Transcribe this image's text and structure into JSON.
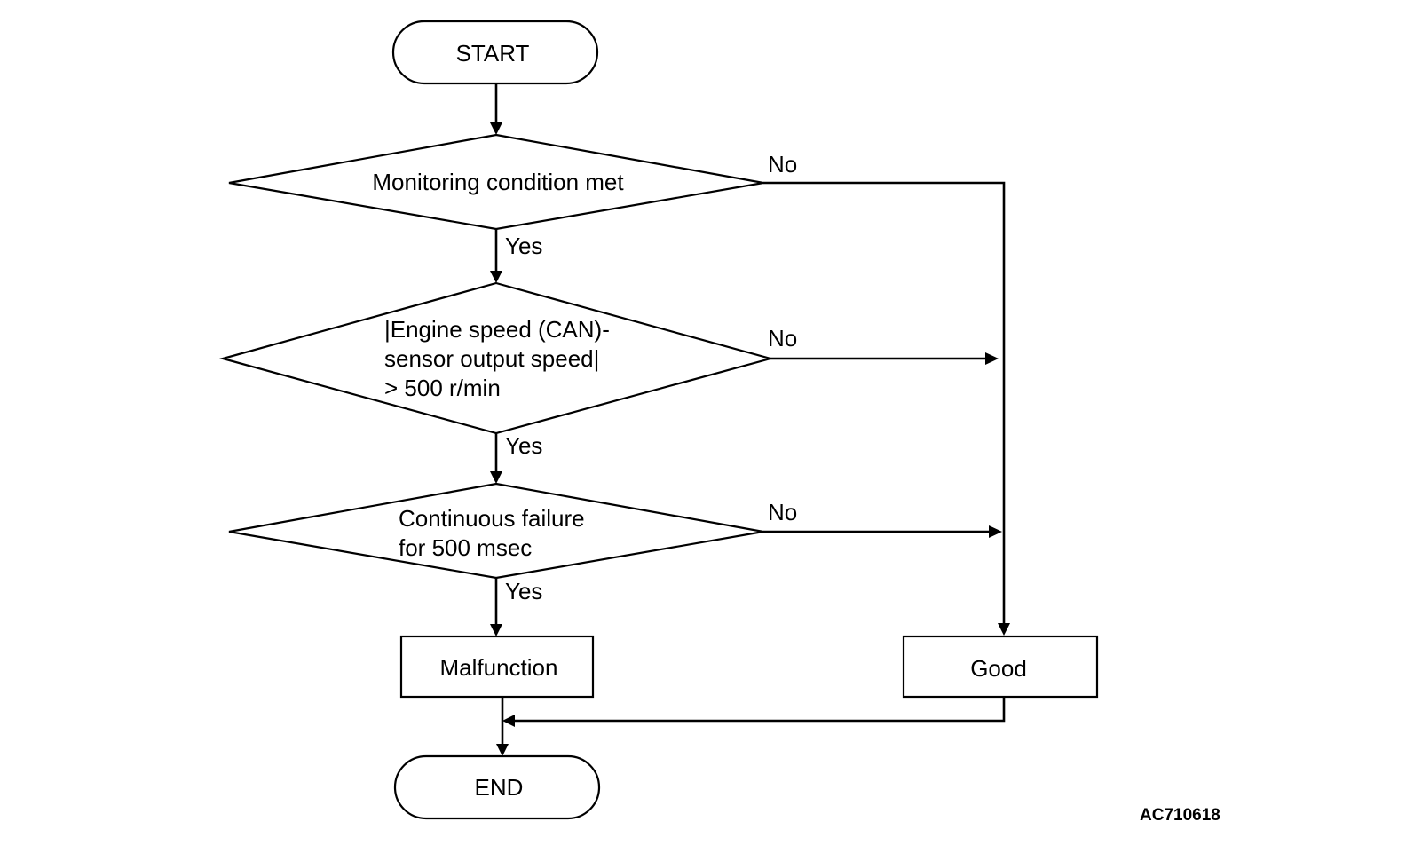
{
  "nodes": {
    "start": "START",
    "monitoring": "Monitoring condition met",
    "engine_line1": "|Engine speed (CAN)-",
    "engine_line2": "sensor output speed|",
    "engine_line3": "> 500 r/min",
    "continuous_line1": "Continuous failure",
    "continuous_line2": "for 500 msec",
    "malfunction": "Malfunction",
    "good": "Good",
    "end": "END"
  },
  "edges": {
    "yes": "Yes",
    "no": "No"
  },
  "figure_code": "AC710618"
}
